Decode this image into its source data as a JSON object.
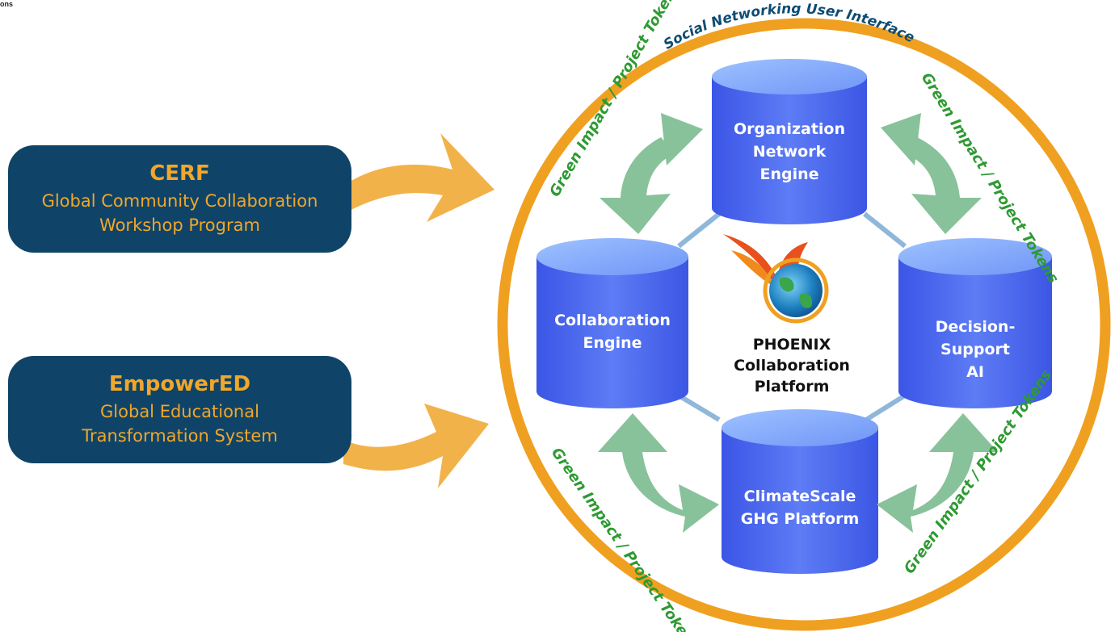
{
  "corner_fragment": "ons",
  "inputs": {
    "cerf": {
      "title": "CERF",
      "line1": "Global Community Collaboration",
      "line2": "Workshop Program"
    },
    "empowered": {
      "title": "EmpowerED",
      "line1": "Global Educational",
      "line2": "Transformation System"
    }
  },
  "ring_label": "Social Networking User Interface",
  "center": {
    "line1": "PHOENIX",
    "line2": "Collaboration",
    "line3": "Platform"
  },
  "engines": {
    "organization": {
      "line1": "Organization",
      "line2": "Network",
      "line3": "Engine"
    },
    "collaboration": {
      "line1": "Collaboration",
      "line2": "Engine"
    },
    "decision": {
      "line1": "Decision-",
      "line2": "Support",
      "line3": "AI"
    },
    "climate": {
      "line1": "ClimateScale",
      "line2": "GHG Platform"
    }
  },
  "token_labels": {
    "top_left": "Green Impact / Project Tokens",
    "top_right": "Green Impact / Project Tokens",
    "bottom_left": "Green Impact / Project Tokens",
    "bottom_right": "Green Impact / Project Tokens"
  },
  "colors": {
    "box_bg": "#0f4468",
    "box_text": "#f2a62a",
    "ring": "#f0a020",
    "input_arrow": "#f2b24a",
    "cylinder": "#4f6df0",
    "token_arrow": "#88c29a",
    "token_text": "#2e9a32",
    "connector": "#8fb7da"
  }
}
